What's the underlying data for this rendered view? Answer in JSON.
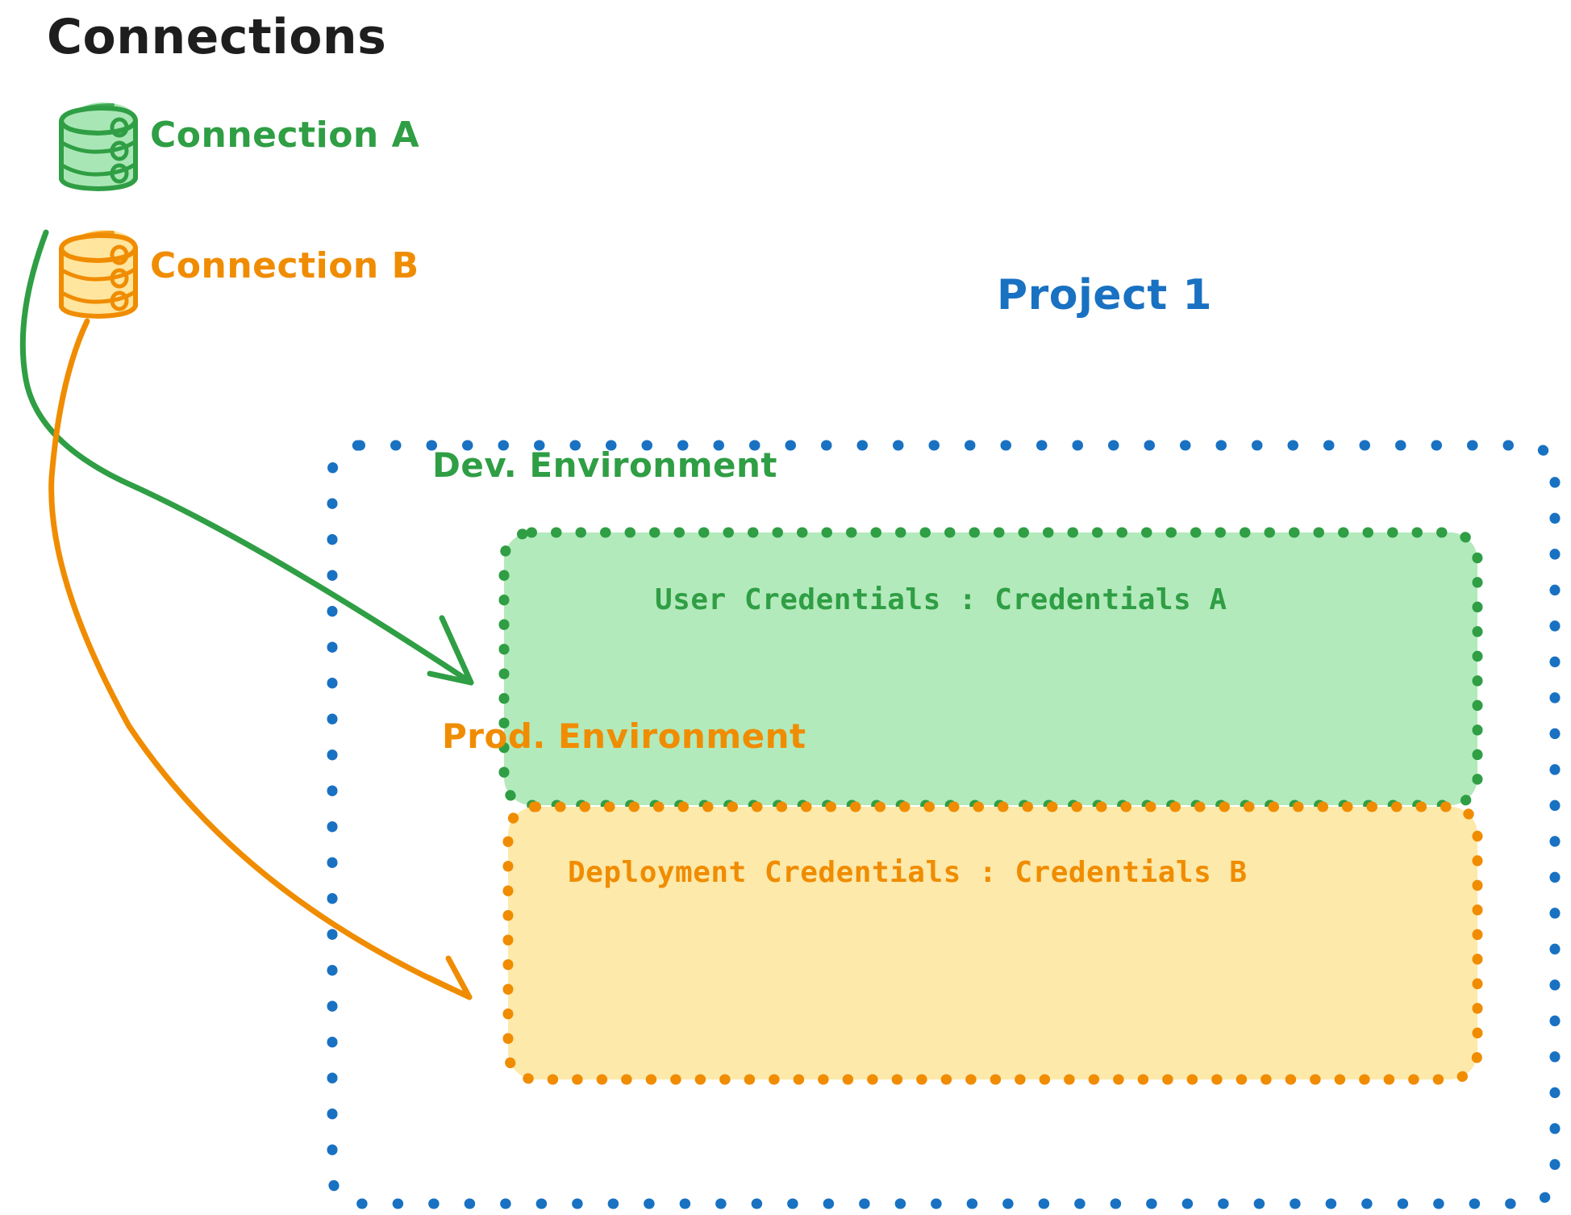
{
  "diagram": {
    "title": "Connections",
    "connections": [
      {
        "id": "connection-a",
        "label": "Connection A",
        "icon": "database-cylinder-icon",
        "color": "#2f9e44",
        "fill": "#a9e6b5"
      },
      {
        "id": "connection-b",
        "label": "Connection B",
        "icon": "database-cylinder-icon",
        "color": "#f08c00",
        "fill": "#ffe59e"
      }
    ],
    "project": {
      "label": "Project 1",
      "color": "#1971c2",
      "border_style": "dotted",
      "environments": [
        {
          "id": "dev-environment",
          "label": "Dev. Environment",
          "credential_label": "User Credentials : Credentials A",
          "color": "#2f9e44",
          "fill": "#b2eabb",
          "border_style": "dotted",
          "source_connection": "Connection A"
        },
        {
          "id": "prod-environment",
          "label": "Prod. Environment",
          "credential_label": "Deployment Credentials : Credentials B",
          "color": "#f08c00",
          "fill": "#fde9a9",
          "border_style": "dotted",
          "source_connection": "Connection B"
        }
      ]
    },
    "arrows": [
      {
        "id": "arrow-connection-a-to-dev",
        "from": "Connection A",
        "to": "Dev. Environment",
        "color": "#2f9e44"
      },
      {
        "id": "arrow-connection-b-to-prod",
        "from": "Connection B",
        "to": "Prod. Environment",
        "color": "#f08c00"
      }
    ]
  }
}
